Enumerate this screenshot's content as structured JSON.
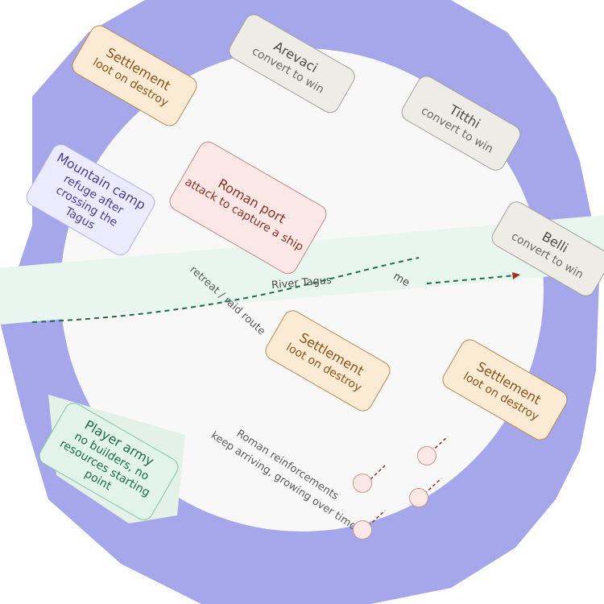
{
  "map": {
    "river_label": "River Tagus",
    "route_label": "retreat / raid route",
    "reinforcements": {
      "title": "Roman reinforcements",
      "subtitle": "keep arriving, growing over time"
    },
    "partial_label": "me"
  },
  "nodes": {
    "settlement_top": {
      "title": "Settlement",
      "subtitle": "loot on destroy"
    },
    "settlement_mid": {
      "title": "Settlement",
      "subtitle": "loot on destroy"
    },
    "settlement_right": {
      "title": "Settlement",
      "subtitle": "loot on destroy"
    },
    "arevaci": {
      "title": "Arevaci",
      "subtitle": "convert to win"
    },
    "titthi": {
      "title": "Titthi",
      "subtitle": "convert to win"
    },
    "belli": {
      "title": "Belli",
      "subtitle": "convert to win"
    },
    "roman_port": {
      "title": "Roman port",
      "subtitle": "attack to capture a ship"
    },
    "mountain_camp": {
      "title": "Mountain camp",
      "subtitle": "refuge after crossing the Tagus"
    },
    "player_army": {
      "title": "Player army",
      "subtitle": "no builders, no resources starting point"
    }
  },
  "colors": {
    "outer_blob": "#a6a6ea",
    "inner_disc": "#f8f8f8",
    "river": "#e9f6f0",
    "route_line": "#1e6b4c",
    "settlement_fill": "#fbead4",
    "tribe_fill": "#eeece6",
    "port_fill": "#fbe8e6",
    "camp_fill": "#eceafd",
    "army_fill": "#e2f4ea"
  }
}
